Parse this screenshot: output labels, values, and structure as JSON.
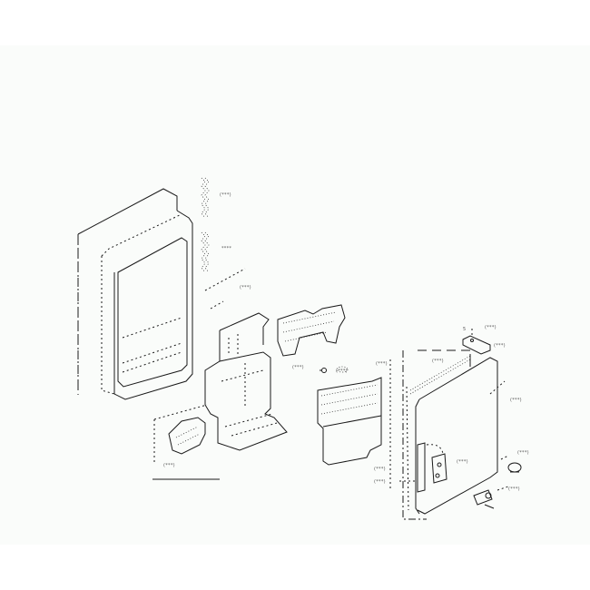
{
  "diagram": {
    "type": "exploded-parts-view",
    "subject": "dispenser / door sub-assembly",
    "background_color": "#fafcfa",
    "line_color": "#1a1a1a",
    "parts": [
      {
        "id": "panel-frame",
        "description": "large framed display panel (left)"
      },
      {
        "id": "spring-upper",
        "description": "upper coil spring"
      },
      {
        "id": "spring-lower",
        "description": "lower coil spring"
      },
      {
        "id": "housing-bracket",
        "description": "L-shaped housing bracket"
      },
      {
        "id": "small-lever",
        "description": "small lever / paddle"
      },
      {
        "id": "motor-module",
        "description": "motor / actuator module"
      },
      {
        "id": "screw",
        "description": "screw"
      },
      {
        "id": "washer",
        "description": "washer"
      },
      {
        "id": "duct-cover",
        "description": "duct cover"
      },
      {
        "id": "door-panel",
        "description": "hinged door panel (right)"
      },
      {
        "id": "hinge-top",
        "description": "top hinge bracket"
      },
      {
        "id": "gasket-strip",
        "description": "gasket strip"
      },
      {
        "id": "hinge-assembly",
        "description": "side hinge assembly"
      },
      {
        "id": "cap",
        "description": "cap / bushing"
      },
      {
        "id": "bottom-hinge",
        "description": "bottom hinge bracket"
      }
    ],
    "callouts": [
      {
        "id": "c1",
        "text": "(***)"
      },
      {
        "id": "c2",
        "text": "****"
      },
      {
        "id": "c3",
        "text": "(***)"
      },
      {
        "id": "c4",
        "text": "(***)"
      },
      {
        "id": "c5",
        "text": "(***)"
      },
      {
        "id": "c6",
        "text": "(***)"
      },
      {
        "id": "c7",
        "text": "(***)"
      },
      {
        "id": "c8",
        "text": "(***)"
      },
      {
        "id": "c9",
        "text": "(***)"
      },
      {
        "id": "c10",
        "text": "(***)"
      },
      {
        "id": "c11",
        "text": "(***)"
      },
      {
        "id": "c12",
        "text": "(***)"
      },
      {
        "id": "c13",
        "text": "(***)"
      },
      {
        "id": "c14",
        "text": "(***)"
      },
      {
        "id": "c15",
        "text": "(***)"
      },
      {
        "id": "c16",
        "text": "(***)"
      },
      {
        "id": "c17",
        "text": "5"
      }
    ]
  }
}
